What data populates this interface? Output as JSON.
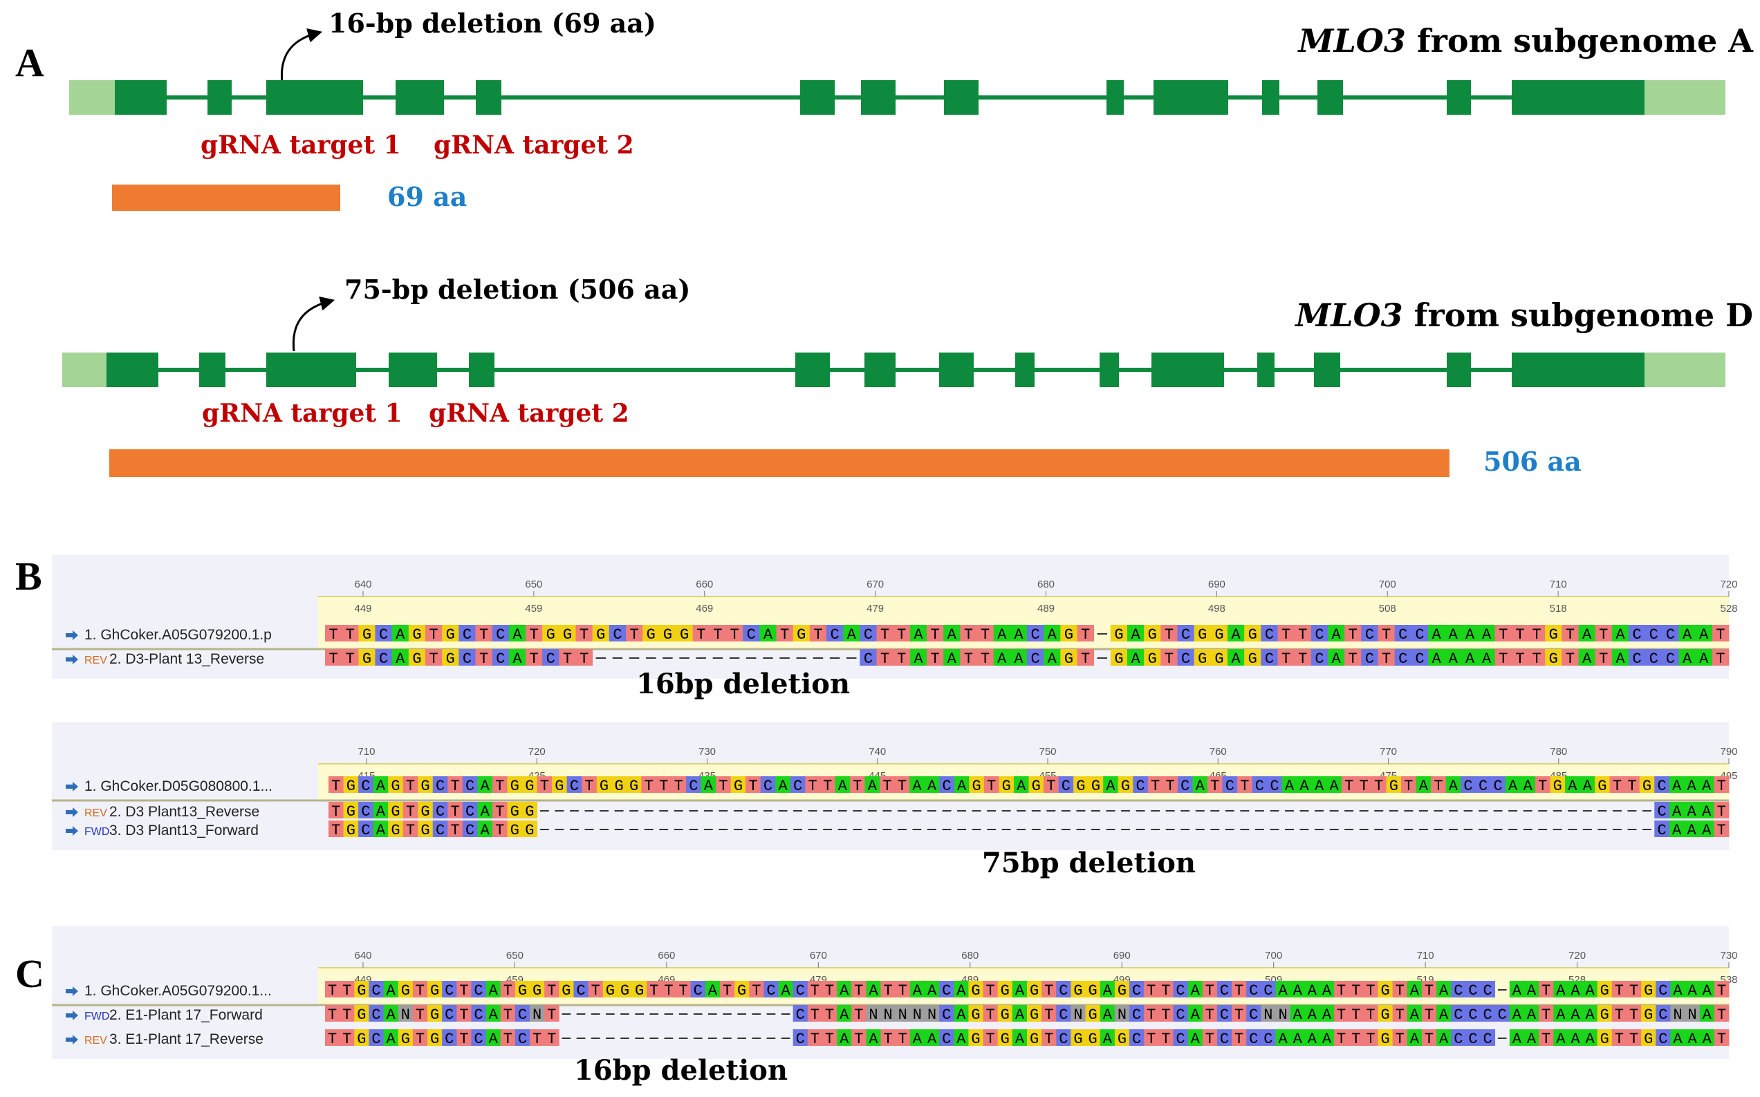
{
  "colors": {
    "exon": "#0e8a3e",
    "utr": "#a4d596",
    "protein": "#ee7b30",
    "A": "#1ad51a",
    "C": "#6a74e6",
    "G": "#f0d114",
    "T": "#f07b7b",
    "N": "#9e9e9e",
    "gap": "#ffffff"
  },
  "panelA": {
    "label": "A",
    "genes": [
      {
        "title_italic": "MLO3",
        "title_rest": " from subgenome A",
        "deletion": "16-bp deletion (69 aa)",
        "grna1": "gRNA target 1",
        "grna2": "gRNA target 2",
        "protein": "69 aa",
        "protein_fraction": 0.21
      },
      {
        "title_italic": "MLO3",
        "title_rest": " from subgenome D",
        "deletion": "75-bp deletion (506 aa)",
        "grna1": "gRNA target 1",
        "grna2": "gRNA target 2",
        "protein": "506 aa",
        "protein_fraction": 0.95
      }
    ]
  },
  "panelB": {
    "label": "B",
    "alignments": [
      {
        "ruler_top": [
          "640",
          "650",
          "660",
          "670",
          "680",
          "690",
          "700",
          "710",
          "720"
        ],
        "ruler_bottom": [
          "449",
          "459",
          "469",
          "479",
          "489",
          "498",
          "508",
          "518",
          "528"
        ],
        "rows": [
          {
            "name": "1. GhCoker.A05G079200.1.p",
            "dir": "",
            "seq": "TTGCAGTGCTCATGGTGCTGGGTTTCATGTCACTTATATTAACAGT-GAGTCGGAGCTTCATCTCCAAAATTTGTATACCCAAT"
          },
          {
            "name": "2. D3-Plant 13_Reverse",
            "dir": "REV",
            "seq": "TTGCAGTGCTCATCTT----------------CTTATATTAACAGT-GAGTCGGAGCTTCATCTCCAAAATTTGTATACCCAAT"
          }
        ],
        "note": "16bp deletion"
      },
      {
        "ruler_top": [
          "710",
          "720",
          "730",
          "740",
          "750",
          "760",
          "770",
          "780",
          "790"
        ],
        "ruler_bottom": [
          "415",
          "425",
          "435",
          "445",
          "455",
          "465",
          "475",
          "485",
          "495"
        ],
        "rows": [
          {
            "name": "1. GhCoker.D05G080800.1...",
            "dir": "",
            "seq": "TGCAGTGCTCATGGTGCTGGGTTTCATGTCACTTATATTAACAGTGAGTCGGAGCTTCATCTCCAAAATTTGTATACCCAATGAAGTTGCAAAT"
          },
          {
            "name": "2. D3 Plant13_Reverse",
            "dir": "REV",
            "seq": "TGCAGTGCTCATGG---------------------------------------------------------------------------CAAAT"
          },
          {
            "name": "3. D3 Plant13_Forward",
            "dir": "FWD",
            "seq": "TGCAGTGCTCATGG---------------------------------------------------------------------------CAAAT"
          }
        ],
        "note": "75bp deletion"
      }
    ]
  },
  "panelC": {
    "label": "C",
    "alignments": [
      {
        "ruler_top": [
          "640",
          "650",
          "660",
          "670",
          "680",
          "690",
          "700",
          "710",
          "720",
          "730"
        ],
        "ruler_bottom": [
          "449",
          "459",
          "469",
          "479",
          "489",
          "499",
          "509",
          "519",
          "528",
          "538"
        ],
        "rows": [
          {
            "name": "1. GhCoker.A05G079200.1...",
            "dir": "",
            "seq": "TTGCAGTGCTCATGGTGCTGGGTTTCATGTCACTTATATTAACAGTGAGTCGGAGCTTCATCTCCAAAATTTGTATACCC-AATAAAGTTGCAAAT"
          },
          {
            "name": "2. E1-Plant 17_Forward",
            "dir": "FWD",
            "seq": "TTGCANTGCTCATCNT----------------CTTATNNNNNCAGTGAGTCNGANCTTCATCTCNNAAATTTGTATACCCCAATAAAGTTGCNNAT"
          },
          {
            "name": "3. E1-Plant 17_Reverse",
            "dir": "REV",
            "seq": "TTGCAGTGCTCATCTT----------------CTTATATTAACAGTGAGTCGGAGCTTCATCTCCAAAATTTGTATACCC-AATAAAGTTGCAAAT"
          }
        ],
        "note": "16bp deletion"
      }
    ]
  }
}
